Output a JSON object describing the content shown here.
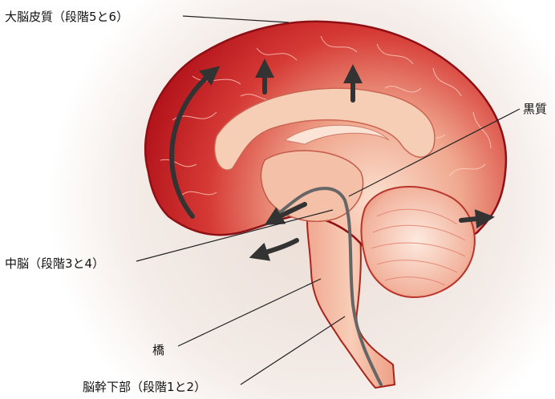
{
  "labels": {
    "cortex": "大脳皮質（段階5と6）",
    "substantia_nigra": "黒質",
    "midbrain": "中脳（段階3と4）",
    "pons": "橋",
    "medulla": "脳幹下部（段階1と2）"
  },
  "colors": {
    "cortex_dark": "#b3131b",
    "cortex_mid": "#d63a35",
    "inner_light": "#f6cdb5",
    "structure_pale": "#f8d2bd",
    "arrow": "#333333",
    "halo": "#e6dad3"
  }
}
